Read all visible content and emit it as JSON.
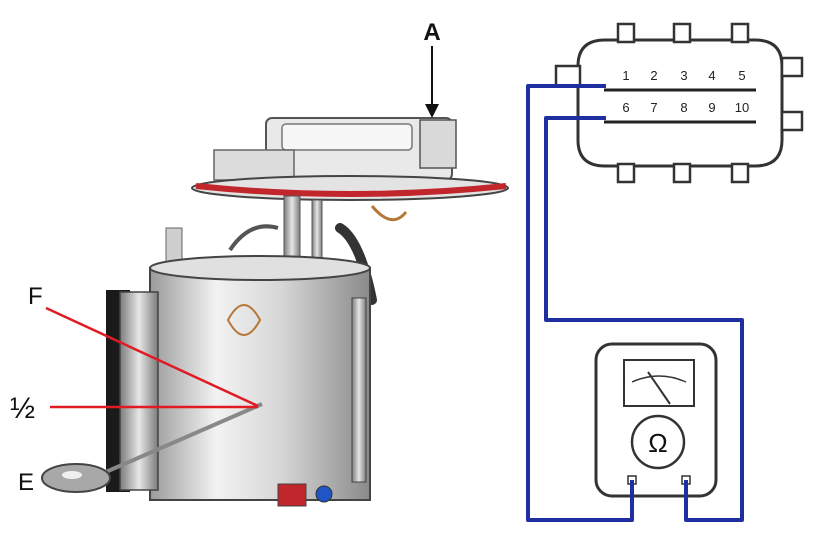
{
  "labels": {
    "connector_ref": "A",
    "float_arm": "F",
    "half_mark": "½",
    "float": "E"
  },
  "connector": {
    "row_top": [
      "1",
      "2",
      "3",
      "4",
      "5"
    ],
    "row_bottom": [
      "6",
      "7",
      "8",
      "9",
      "10"
    ]
  },
  "meter": {
    "unit_symbol": "Ω"
  },
  "colors": {
    "test_lead": "#1f2f9f",
    "flange_seal": "#c0262c",
    "connector_outline": "#333333",
    "pump_body": "#cfcfcf",
    "outline": "#444444",
    "pointer_line": "#e01b24"
  }
}
